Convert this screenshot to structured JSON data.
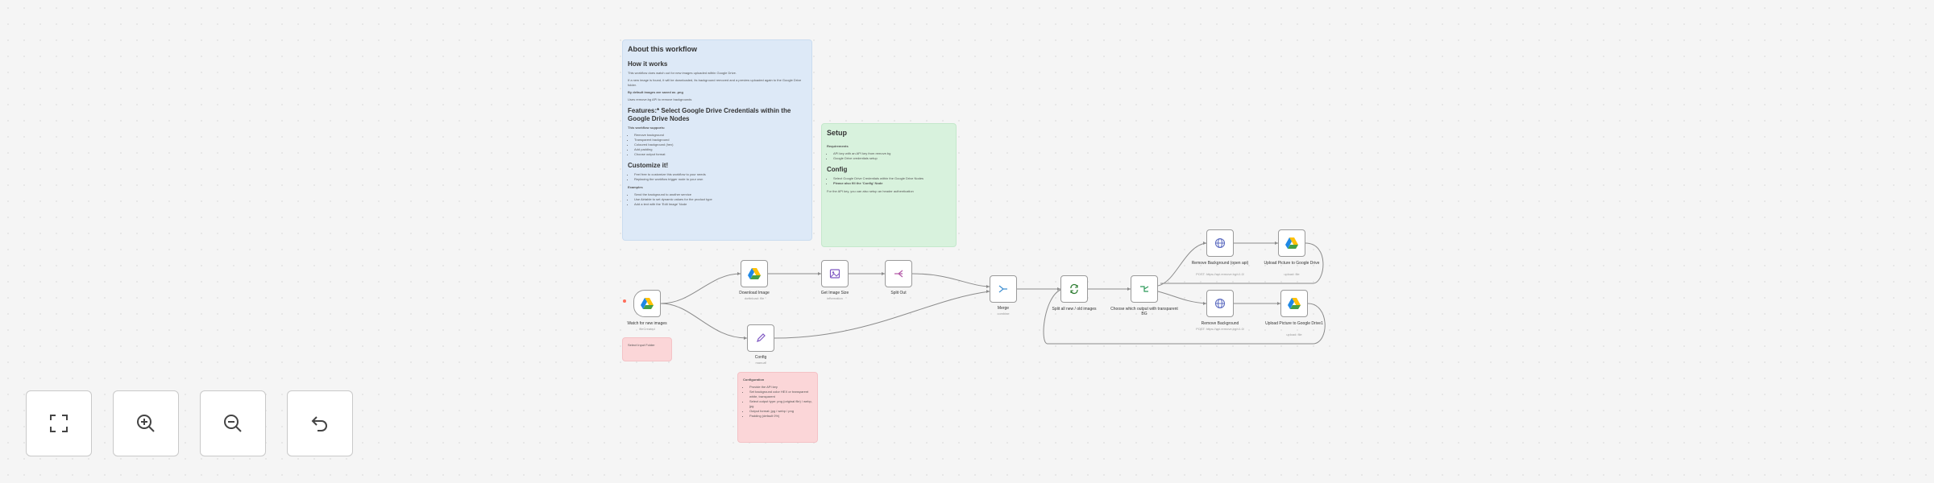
{
  "colors": {
    "canvas_bg": "#f5f5f5",
    "sticky_blue": "#dde9f7",
    "sticky_green": "#d8f2dd",
    "sticky_pink": "#fbd6d8",
    "node_border": "#9a9a9a",
    "edge": "#8c8c8c",
    "trigger_accent": "#ff6d5a"
  },
  "notes": {
    "about": {
      "title": "About this workflow",
      "how_heading": "How it works",
      "how_text_1": "This workflow does watch out for new images uploaded within Google Drive.",
      "how_text_2": "If a new image is found, it will be downloaded, its background removed and a preview uploaded again to the Google Drive folder.",
      "how_text_3": "By default images are saved as .png",
      "how_text_4": "Uses remove.bg API to remove backgrounds",
      "features_heading": "Features:* Select Google Drive Credentials within the Google Drive Nodes",
      "supports_label": "This workflow supports:",
      "supports": [
        "Remove background",
        "Transparent background",
        "Coloured background (hex)",
        "Add padding",
        "Choose output format"
      ],
      "customize_heading": "Customize it!",
      "customize_items": [
        "Feel free to customize this workflow to your needs",
        "Replacing the workflow trigger node to your own"
      ],
      "examples_label": "Examples",
      "examples": [
        "Send the background to another service",
        "Use Airtable to set dynamic values for the product type",
        "Add a text with the 'Edit Image' Node"
      ]
    },
    "setup": {
      "title": "Setup",
      "requirements_label": "Requirements",
      "requirements": [
        "API key with an API key from remove.bg",
        "Google Drive credentials setup"
      ],
      "config_heading": "Config",
      "config_items": [
        "Select Google Drive Credentials within the Google Drive Nodes",
        "Please also fill the 'Config' Node"
      ],
      "config_text": "For the API key, you can also setup an header authentication"
    },
    "trigger_note": "Select Input Folder",
    "configuration": {
      "title": "Configuration",
      "items": [
        "Provide the API key",
        "Set background color HEX or transparent white, transparent",
        "Select output type: png (original file) / webp, jpg",
        "Output format: jpg / webp / png",
        "Padding (default 0%)"
      ]
    }
  },
  "nodes": {
    "watch": {
      "label": "Watch for new images",
      "sub": "fileCreated"
    },
    "download": {
      "label": "Download Image",
      "sub": "download: file"
    },
    "config": {
      "label": "Config",
      "sub": "manual"
    },
    "get_image_size": {
      "label": "Get Image Size",
      "sub": "information"
    },
    "split_out": {
      "label": "Split Out",
      "sub": ""
    },
    "merge": {
      "label": "Merge",
      "sub": "combine"
    },
    "loop": {
      "label": "Split all new / old images",
      "sub": ""
    },
    "switch": {
      "label": "Choose which output with transparent BG",
      "sub": ""
    },
    "remove_bg_open": {
      "label": "Remove Background (open api)",
      "sub": "POST: https://api.remove.bg/v1.0/"
    },
    "remove_bg": {
      "label": "Remove Background",
      "sub": "POST: https://api.remove.bg/v1.0/"
    },
    "upload_1": {
      "label": "Upload Picture to Google Drive",
      "sub": "upload: file"
    },
    "upload_2": {
      "label": "Upload Picture to Google Drive1",
      "sub": "upload: file"
    }
  },
  "controls": {
    "fit_view": "fit-view",
    "zoom_in": "zoom-in",
    "zoom_out": "zoom-out",
    "undo": "undo"
  }
}
